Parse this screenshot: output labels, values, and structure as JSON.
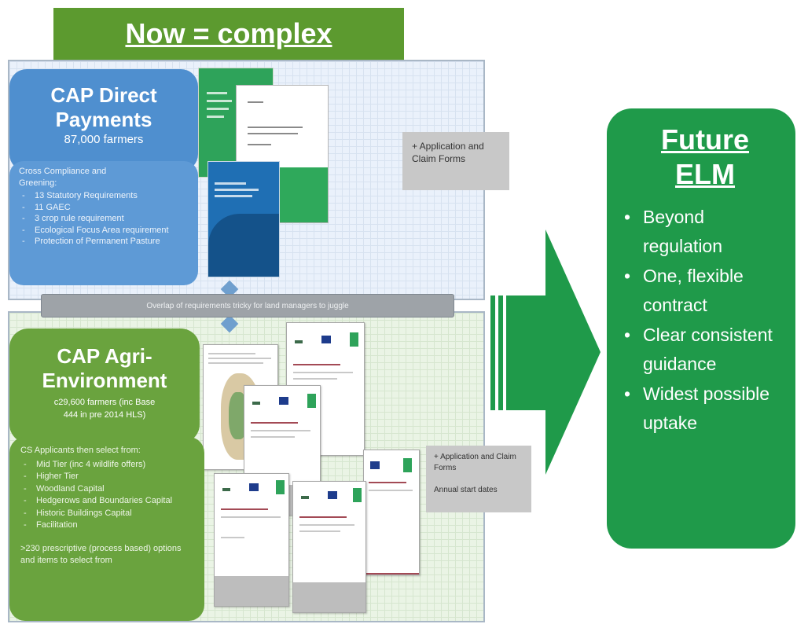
{
  "title": "Now = complex",
  "top_section": {
    "cap_direct": {
      "title_line1": "CAP Direct",
      "title_line2": "Payments",
      "count": "87,000 farmers"
    },
    "cross_compliance": {
      "heading_line1": "Cross Compliance and",
      "heading_line2": "Greening:",
      "bullets": [
        "13 Statutory Requirements",
        "11 GAEC",
        "3 crop rule requirement",
        "Ecological Focus Area requirement",
        "Protection of Permanent Pasture"
      ]
    },
    "callout": "+ Application and Claim Forms"
  },
  "overlap_text": "Overlap of requirements tricky for land managers to juggle",
  "bottom_section": {
    "cap_agri": {
      "title_line1": "CAP Agri-",
      "title_line2": "Environment",
      "count_line1": "c29,600 farmers (inc Base",
      "count_line2": "444 in pre 2014 HLS)"
    },
    "cs": {
      "heading": "CS Applicants then select from:",
      "bullets": [
        "Mid Tier (inc 4 wildlife offers)",
        "Higher Tier",
        "Woodland Capital",
        "Hedgerows and Boundaries Capital",
        "Historic Buildings Capital",
        "Facilitation"
      ],
      "footer": ">230 prescriptive (process based) options and items to select from"
    },
    "callout_line1": "+ Application and Claim Forms",
    "callout_line2": "Annual start dates"
  },
  "future": {
    "title_line1": "Future",
    "title_line2": "ELM",
    "bullets": [
      "Beyond regulation",
      "One, flexible contract",
      "Clear consistent guidance",
      "Widest possible uptake"
    ]
  },
  "colors": {
    "title_green": "#5c9a2f",
    "direct_blue": "#4f8fcf",
    "agri_green": "#6aa33e",
    "future_green": "#1f9a4a",
    "arrow_green": "#1f9a4a",
    "callout_grey": "#c8c8c8"
  }
}
